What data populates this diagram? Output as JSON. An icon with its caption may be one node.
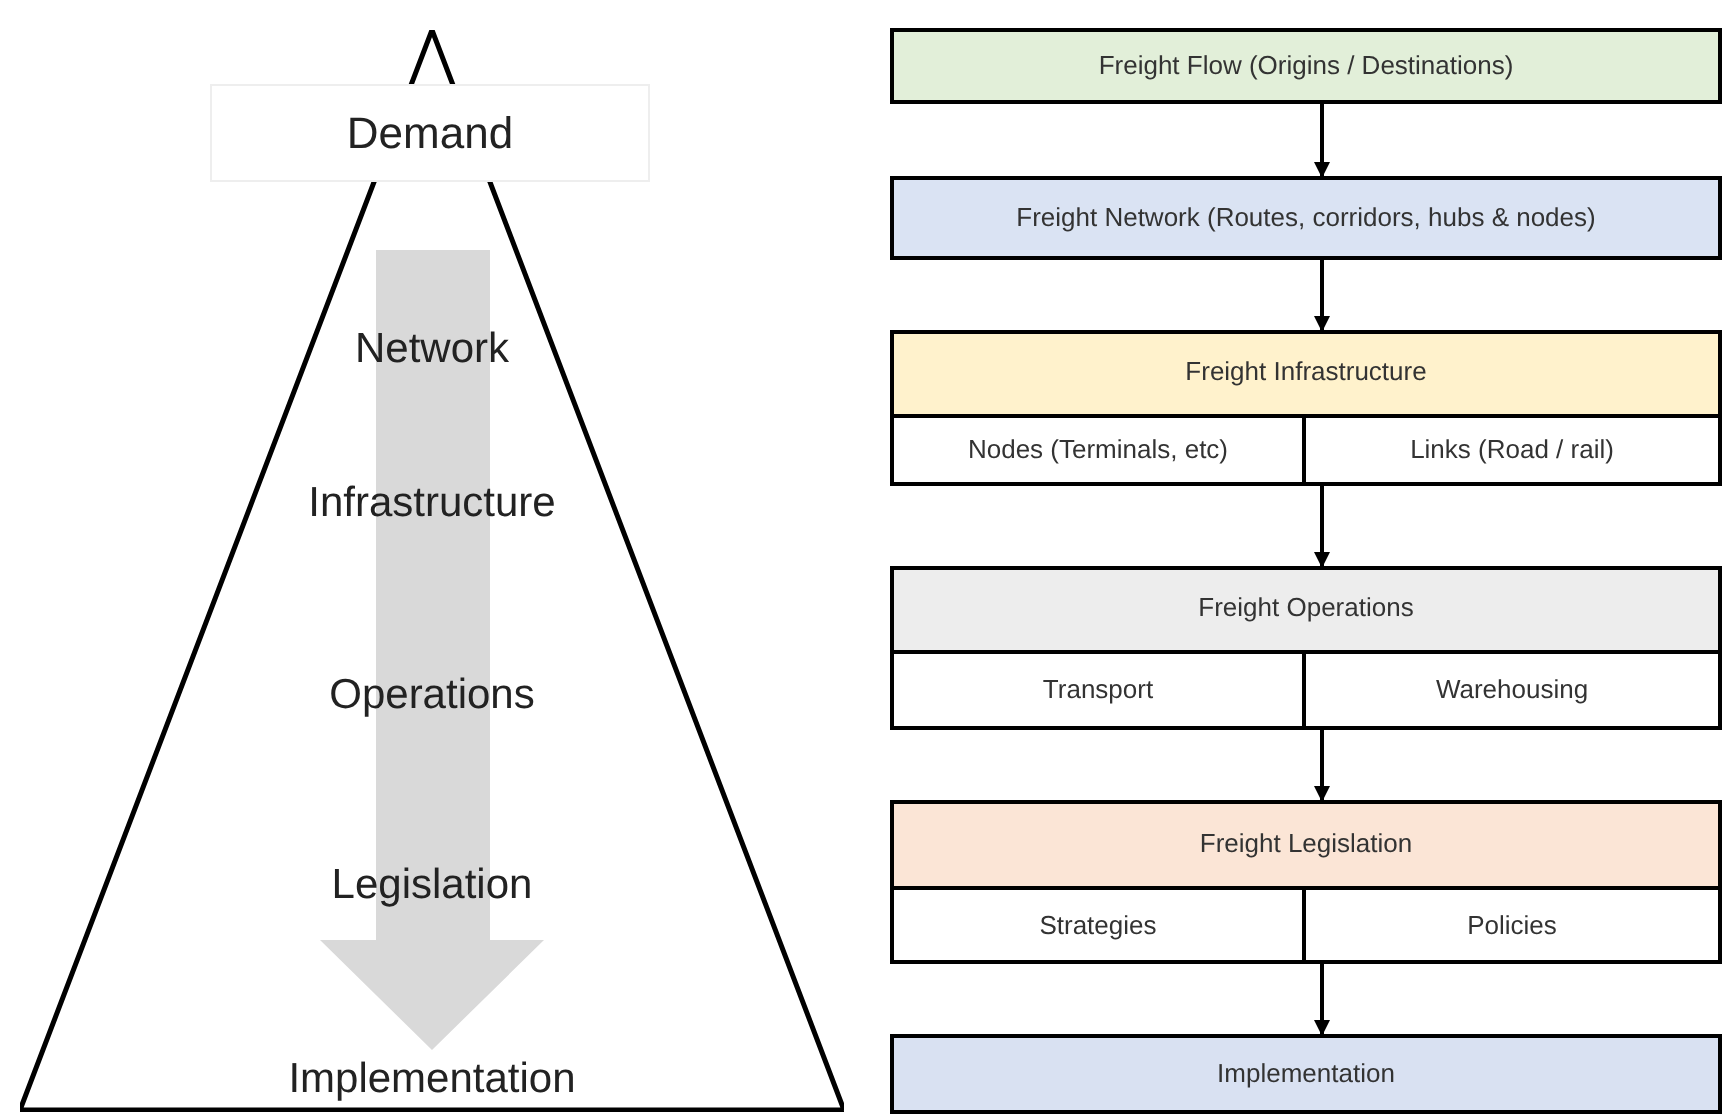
{
  "diagram": {
    "nodes": [
      {
        "text": [
          "Demand",
          "Network",
          "Infrastructure",
          "Operations",
          "Legislation",
          "Implementation"
        ]
      },
      {
        "text": [
          "Freight Flow (Origins / Destinations)"
        ]
      },
      {
        "text": [
          "Freight Network (Routes, corridors, hubs & nodes)"
        ]
      },
      {
        "text": [
          "Freight Infrastructure"
        ]
      },
      {
        "text": [
          "Nodes (Terminals, etc)"
        ],
        "in": 3
      },
      {
        "text": [
          "Links (Road / rail)"
        ],
        "in": 3
      },
      {
        "text": [
          "Freight Operations"
        ]
      },
      {
        "text": [
          "Transport"
        ],
        "in": 6
      },
      {
        "text": [
          "Warehousing"
        ],
        "in": 6
      },
      {
        "text": [
          "Freight Legislation"
        ]
      },
      {
        "text": [
          "Strategies"
        ],
        "in": 9
      },
      {
        "text": [
          "Policies"
        ],
        "in": 9
      },
      {
        "text": [
          "Implementation"
        ]
      }
    ],
    "edges": [
      {
        "from": 1,
        "to": 2,
        "arrow": "to"
      },
      {
        "from": 2,
        "to": 3,
        "arrow": "to"
      },
      {
        "from": 3,
        "to": 6,
        "arrow": "to"
      },
      {
        "from": 6,
        "to": 9,
        "arrow": "to"
      },
      {
        "from": 9,
        "to": 12,
        "arrow": "to"
      }
    ]
  }
}
